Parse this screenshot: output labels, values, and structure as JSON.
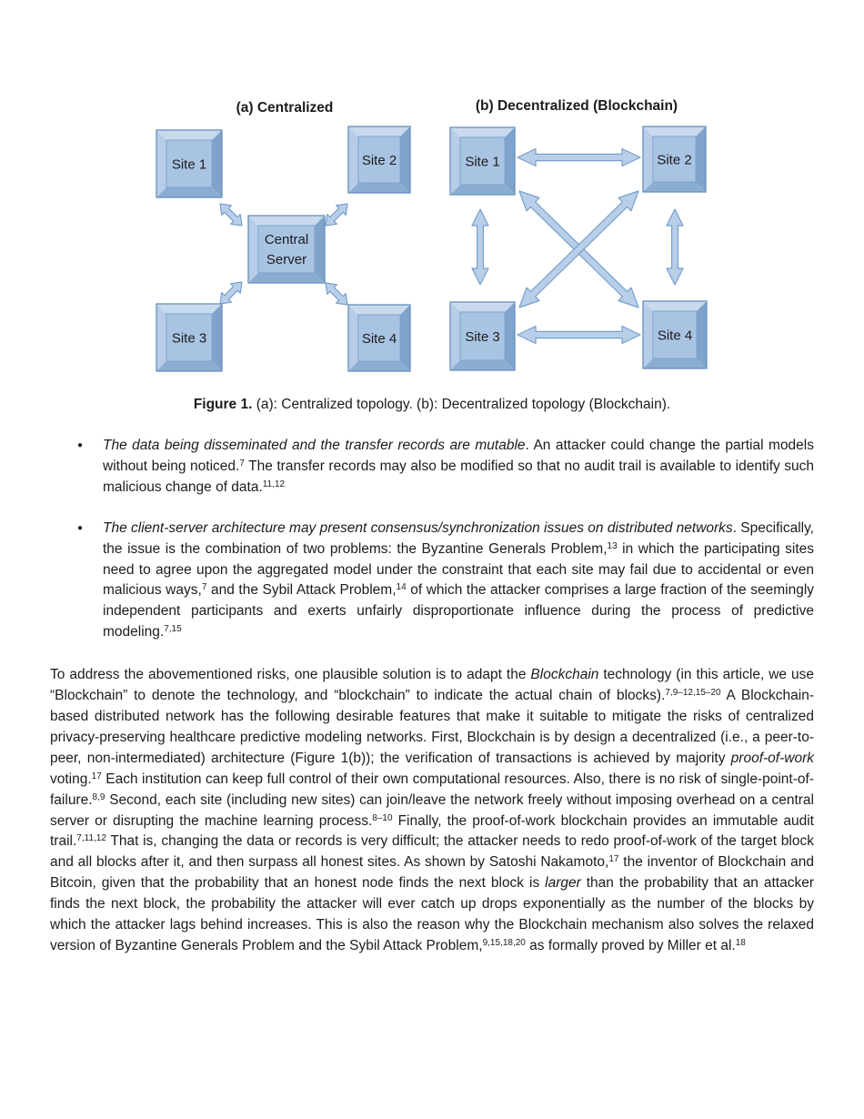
{
  "figure": {
    "panel_a": {
      "title": "(a) Centralized",
      "sites": [
        "Site 1",
        "Site 2",
        "Site 3",
        "Site 4"
      ],
      "server_line1": "Central",
      "server_line2": "Server"
    },
    "panel_b": {
      "title": "(b) Decentralized (Blockchain)",
      "sites": [
        "Site 1",
        "Site 2",
        "Site 3",
        "Site 4"
      ]
    },
    "colors": {
      "face": "#a9c4e3",
      "bevel_top": "#c9daee",
      "bevel_left": "#b6cce8",
      "bevel_right": "#7fa3cb",
      "bevel_bottom": "#8badd2",
      "outline": "#6990bb",
      "inner_edge": "#7ea4cd",
      "arrow_fill": "#b9cfe9",
      "arrow_stroke": "#76a0cc"
    }
  },
  "caption": {
    "label": "Figure 1.",
    "text": " (a): Centralized topology. (b): Decentralized topology (Blockchain)."
  },
  "bullets": [
    {
      "marker": "●",
      "segments": [
        {
          "t": "The data being disseminated and the transfer records are mutable",
          "i": true
        },
        {
          "t": ". An attacker could change the partial models without being noticed."
        },
        {
          "t": "7",
          "sup": true
        },
        {
          "t": " The transfer records may also be modified so that no audit trail is available to identify such malicious change of data."
        },
        {
          "t": "11,12",
          "sup": true
        }
      ]
    },
    {
      "marker": "●",
      "segments": [
        {
          "t": "The client-server architecture may present consensus/synchronization issues on distributed networks",
          "i": true
        },
        {
          "t": ". Specifically, the issue is the combination of two problems: the Byzantine Generals Problem,"
        },
        {
          "t": "13",
          "sup": true
        },
        {
          "t": " in which the participating sites need to agree upon the aggregated model under the constraint that each site may fail due to accidental or even malicious ways,"
        },
        {
          "t": "7",
          "sup": true
        },
        {
          "t": " and the Sybil Attack Problem,"
        },
        {
          "t": "14",
          "sup": true
        },
        {
          "t": " of which the attacker comprises a large fraction of the seemingly independent participants and exerts unfairly disproportionate influence during the process of predictive modeling."
        },
        {
          "t": "7,15",
          "sup": true
        }
      ]
    }
  ],
  "paragraph": {
    "segments": [
      {
        "t": "To address the abovementioned risks, one plausible solution is to adapt the "
      },
      {
        "t": "Blockchain",
        "i": true
      },
      {
        "t": " technology (in this article, we use “Blockchain” to denote the technology, and “blockchain” to indicate the actual chain of blocks)."
      },
      {
        "t": "7,9–12,15–20",
        "sup": true
      },
      {
        "t": " A Blockchain-based distributed network has the following desirable features that make it suitable to mitigate the risks of centralized privacy-preserving healthcare predictive modeling networks. First, Blockchain is by design a decentralized (i.e., a peer-to-peer, non-intermediated) architecture (Figure 1(b)); the verification of transactions is achieved by majority "
      },
      {
        "t": "proof-of-work",
        "i": true
      },
      {
        "t": " voting."
      },
      {
        "t": "17",
        "sup": true
      },
      {
        "t": " Each institution can keep full control of their own computational resources. Also, there is no risk of single-point-of-failure."
      },
      {
        "t": "8,9",
        "sup": true
      },
      {
        "t": " Second, each site (including new sites) can join/leave the network freely without imposing overhead on a central server or disrupting the machine learning process."
      },
      {
        "t": "8–10",
        "sup": true
      },
      {
        "t": " Finally, the proof-of-work blockchain provides an immutable audit trail."
      },
      {
        "t": "7,11,12",
        "sup": true
      },
      {
        "t": " That is, changing the data or records is very difficult; the attacker needs to redo proof-of-work of the target block and all blocks after it, and then surpass all honest sites. As shown by Satoshi Nakamoto,"
      },
      {
        "t": "17",
        "sup": true
      },
      {
        "t": " the inventor of Blockchain and Bitcoin, given that the probability that an honest node finds the next block is "
      },
      {
        "t": "larger",
        "i": true
      },
      {
        "t": " than the probability that an attacker finds the next block, the probability the attacker will ever catch up drops exponentially as the number of the blocks by which the attacker lags behind increases. This is also the reason why the Blockchain mechanism also solves the relaxed version of Byzantine Generals Problem and the Sybil Attack Problem,"
      },
      {
        "t": "9,15,18,20",
        "sup": true
      },
      {
        "t": " as formally proved by Miller et al."
      },
      {
        "t": "18",
        "sup": true
      }
    ]
  }
}
